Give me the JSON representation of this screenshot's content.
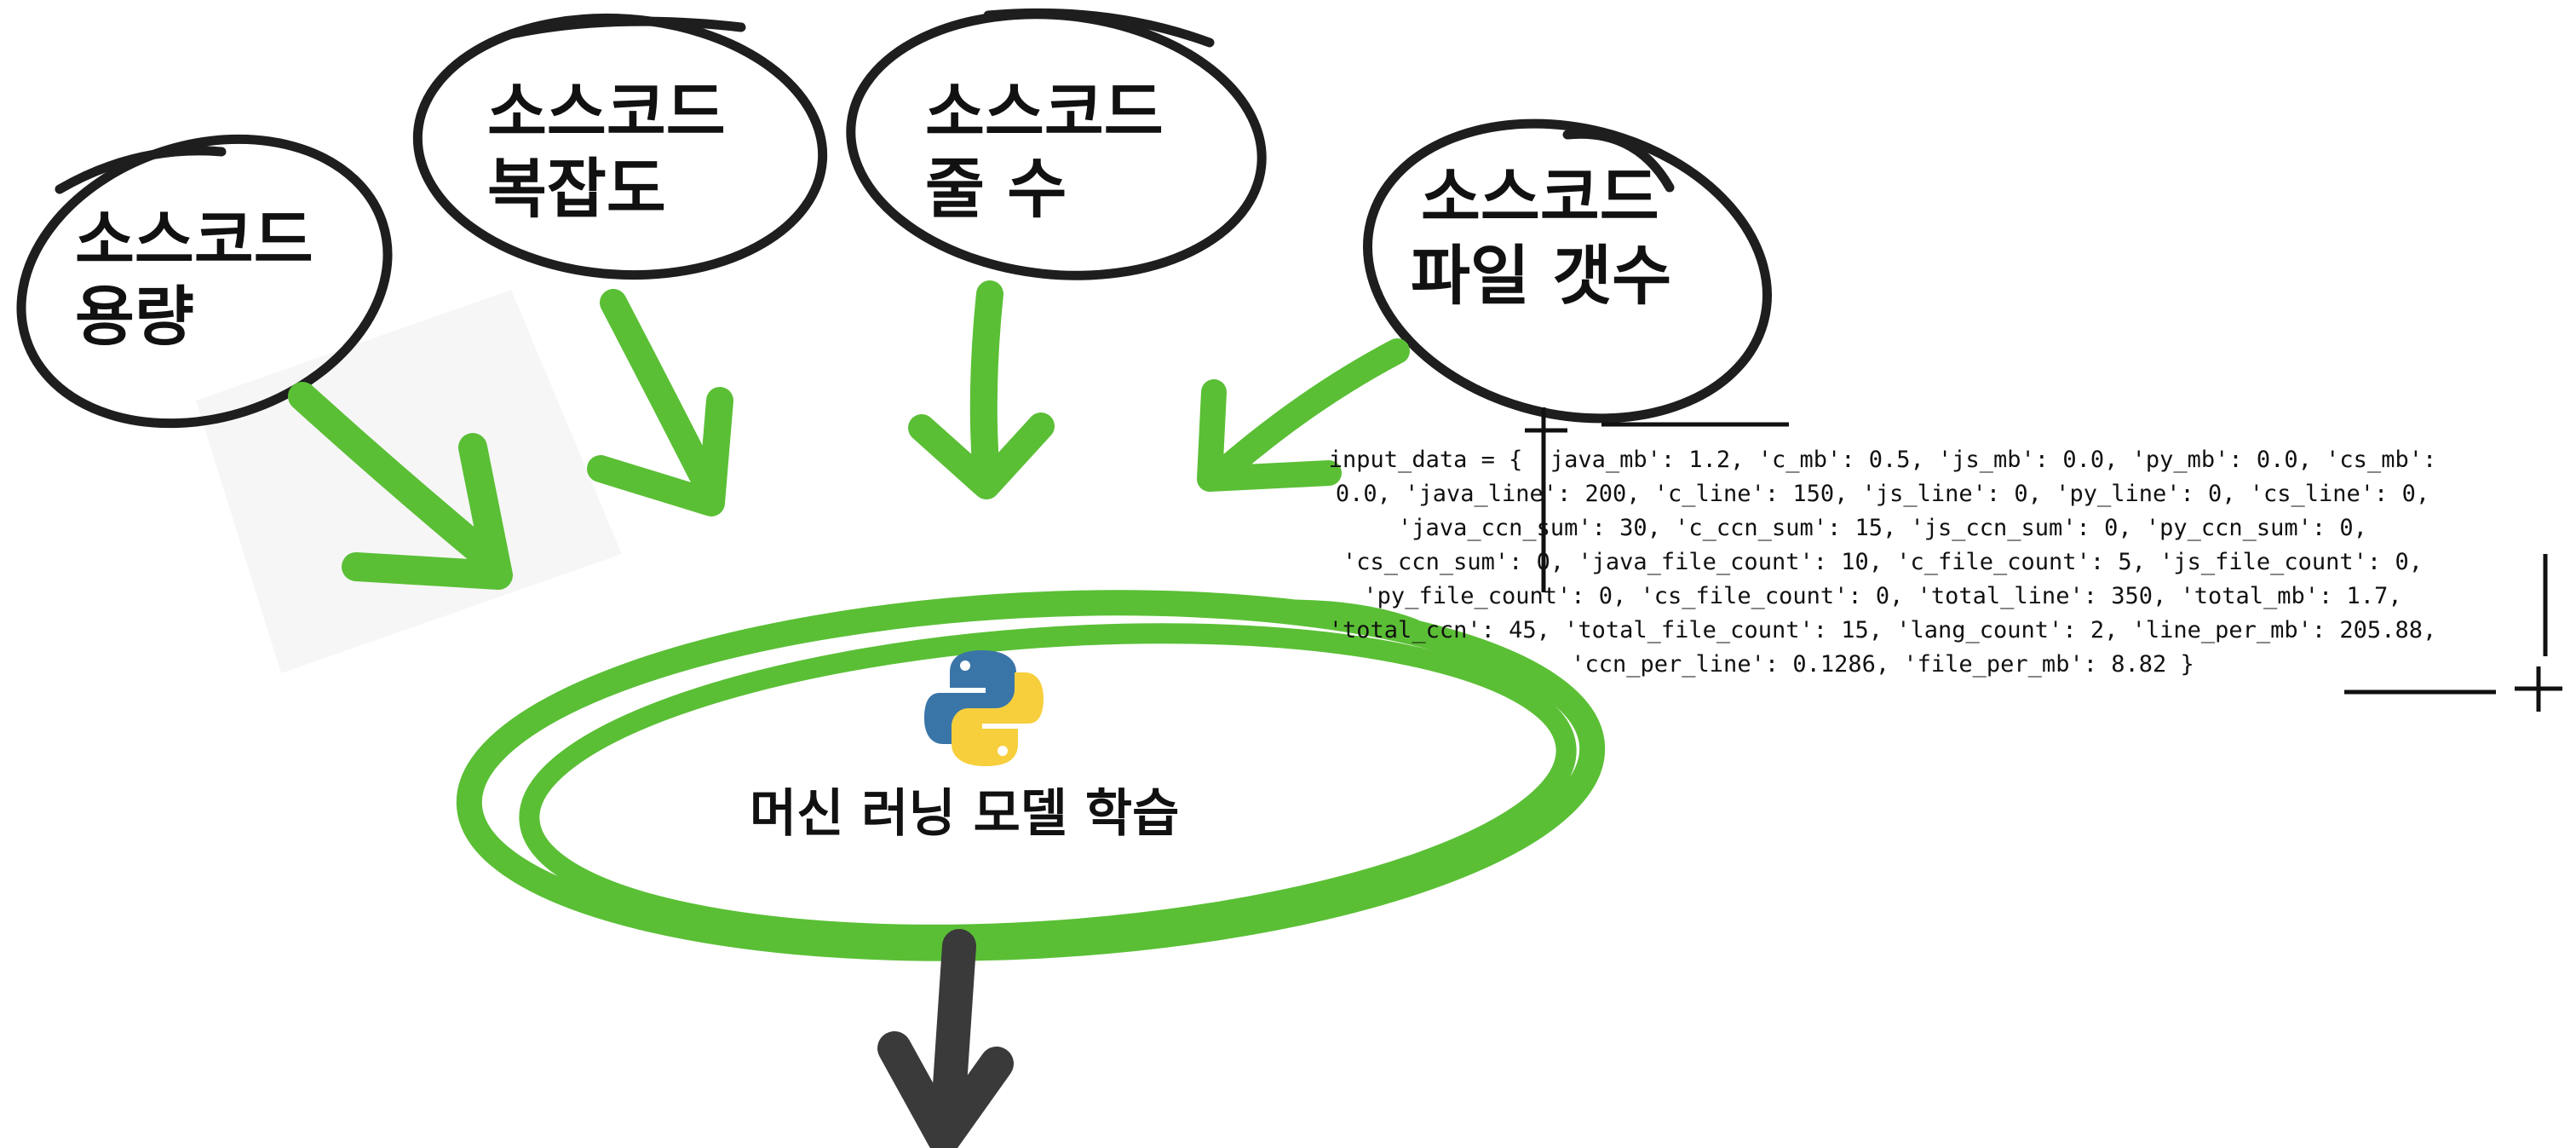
{
  "bubbles": [
    {
      "line1": "소스코드",
      "line2": "용량"
    },
    {
      "line1": "소스코드",
      "line2": "복잡도"
    },
    {
      "line1": "소스코드",
      "line2": "줄 수"
    },
    {
      "line1": "소스코드",
      "line2": "파일 갯수"
    }
  ],
  "center": {
    "label": "머신 러닝 모델 학습",
    "icon": "python-logo-icon"
  },
  "input_data_lines": [
    "input_data = { 'java_mb': 1.2, 'c_mb': 0.5, 'js_mb': 0.0, 'py_mb': 0.0, 'cs_mb':",
    "0.0, 'java_line': 200, 'c_line': 150, 'js_line': 0, 'py_line': 0, 'cs_line': 0,",
    "'java_ccn_sum': 30, 'c_ccn_sum': 15, 'js_ccn_sum': 0, 'py_ccn_sum': 0,",
    "'cs_ccn_sum': 0, 'java_file_count': 10, 'c_file_count': 5, 'js_file_count': 0,",
    "'py_file_count': 0, 'cs_file_count': 0, 'total_line': 350, 'total_mb': 1.7,",
    "'total_ccn': 45, 'total_file_count': 15, 'lang_count': 2, 'line_per_mb': 205.88,",
    "'ccn_per_line': 0.1286, 'file_per_mb': 8.82 }"
  ],
  "colors": {
    "arrow_green": "#5abf35",
    "outline": "#1e1e1e",
    "output_arrow": "#3a3a3a",
    "python_blue": "#3a75a8",
    "python_yellow": "#f7cf3d"
  }
}
